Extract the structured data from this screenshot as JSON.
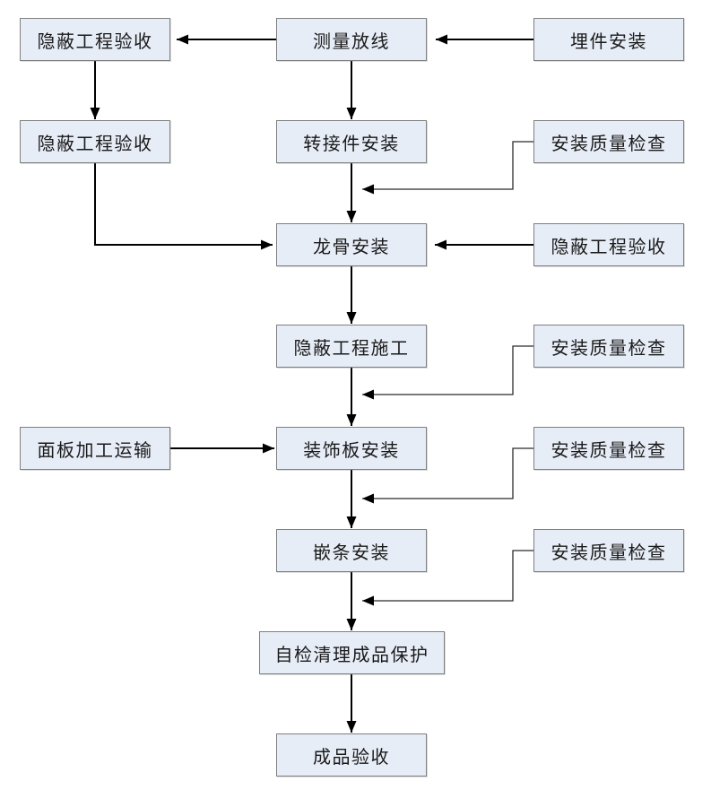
{
  "colors": {
    "node_fill": "#e7edf7",
    "node_border": "#7f7f7f",
    "flow_line": "#000000",
    "inspect_line": "#2b2b2b",
    "text": "#1a1a1a",
    "background": "#ffffff"
  },
  "diagram": {
    "nodes": {
      "n1": {
        "label": "隐蔽工程验收"
      },
      "n2": {
        "label": "测量放线"
      },
      "n3": {
        "label": "埋件安装"
      },
      "n4": {
        "label": "隐蔽工程验收"
      },
      "n5": {
        "label": "转接件安装"
      },
      "n6": {
        "label": "安装质量检查"
      },
      "n7": {
        "label": "龙骨安装"
      },
      "n8": {
        "label": "隐蔽工程验收"
      },
      "n9": {
        "label": "隐蔽工程施工"
      },
      "n10": {
        "label": "安装质量检查"
      },
      "n11": {
        "label": "面板加工运输"
      },
      "n12": {
        "label": "装饰板安装"
      },
      "n13": {
        "label": "安装质量检查"
      },
      "n14": {
        "label": "嵌条安装"
      },
      "n15": {
        "label": "安装质量检查"
      },
      "n16": {
        "label": "自检清理成品保护"
      },
      "n17": {
        "label": "成品验收"
      }
    },
    "edges": [
      {
        "from": "n3",
        "to": "n2",
        "type": "flow"
      },
      {
        "from": "n2",
        "to": "n1",
        "type": "flow"
      },
      {
        "from": "n1",
        "to": "n4",
        "type": "flow"
      },
      {
        "from": "n2",
        "to": "n5",
        "type": "flow"
      },
      {
        "from": "n5",
        "to": "n7",
        "type": "flow"
      },
      {
        "from": "n6",
        "to": "n5-n7",
        "type": "inspect"
      },
      {
        "from": "n4",
        "to": "n7",
        "type": "flow"
      },
      {
        "from": "n8",
        "to": "n7",
        "type": "flow"
      },
      {
        "from": "n7",
        "to": "n9",
        "type": "flow"
      },
      {
        "from": "n9",
        "to": "n12",
        "type": "flow"
      },
      {
        "from": "n10",
        "to": "n9-n12",
        "type": "inspect"
      },
      {
        "from": "n11",
        "to": "n12",
        "type": "flow"
      },
      {
        "from": "n12",
        "to": "n14",
        "type": "flow"
      },
      {
        "from": "n13",
        "to": "n12-n14",
        "type": "inspect"
      },
      {
        "from": "n14",
        "to": "n16",
        "type": "flow"
      },
      {
        "from": "n15",
        "to": "n14-n16",
        "type": "inspect"
      },
      {
        "from": "n16",
        "to": "n17",
        "type": "flow"
      }
    ]
  }
}
